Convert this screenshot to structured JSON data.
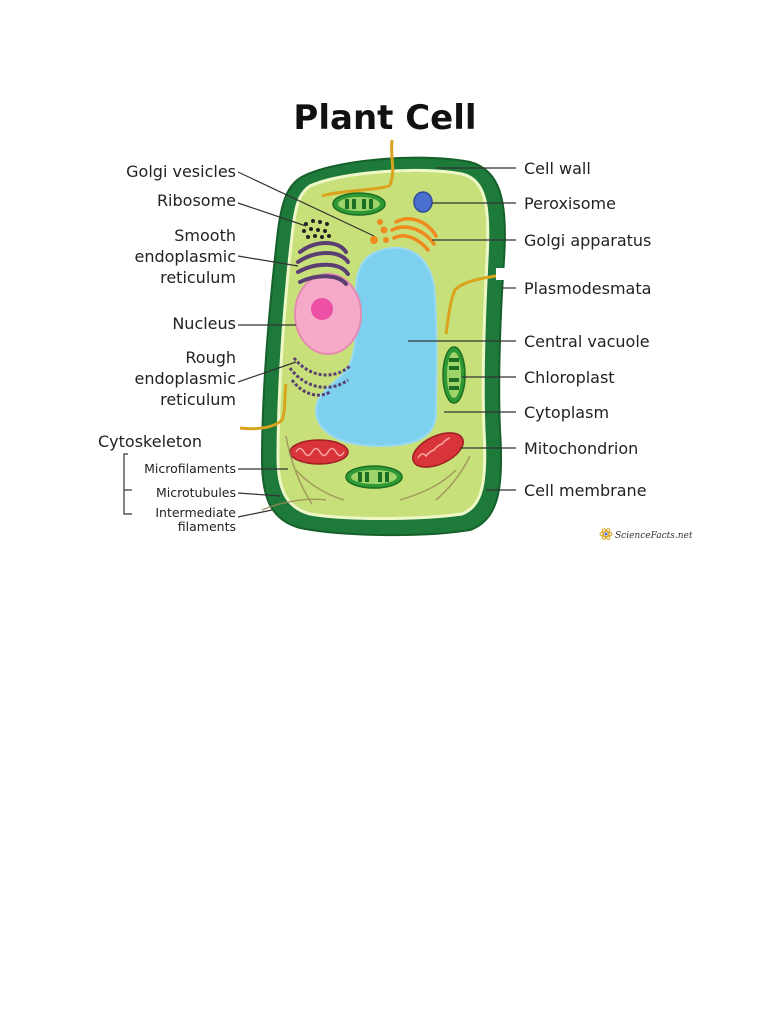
{
  "title": "Plant Cell",
  "labels_left": {
    "golgi_vesicles": "Golgi vesicles",
    "ribosome": "Ribosome",
    "ser_1": "Smooth",
    "ser_2": "endoplasmic",
    "ser_3": "reticulum",
    "nucleus": "Nucleus",
    "rer_1": "Rough",
    "rer_2": "endoplasmic",
    "rer_3": "reticulum",
    "cytoskeleton": "Cytoskeleton",
    "microfilaments": "Microfilaments",
    "microtubules": "Microtubules",
    "intermediate_1": "Intermediate",
    "intermediate_2": "filaments"
  },
  "labels_right": {
    "cell_wall": "Cell wall",
    "peroxisome": "Peroxisome",
    "golgi_apparatus": "Golgi apparatus",
    "plasmodesmata": "Plasmodesmata",
    "central_vacuole": "Central vacuole",
    "chloroplast": "Chloroplast",
    "cytoplasm": "Cytoplasm",
    "mitochondrion": "Mitochondrion",
    "cell_membrane": "Cell membrane"
  },
  "logo": "ScienceFacts.net",
  "colors": {
    "cell_wall": "#1e7a3a",
    "cytoplasm": "#c8e07a",
    "vacuole": "#7dd0ee",
    "nucleus": "#f6a9c8",
    "nucleolus": "#ec4fa3",
    "chloroplast": "#2f9a35",
    "mitochondrion": "#d9343a",
    "golgi": "#ee8a1e",
    "peroxisome": "#4a6fd1",
    "er": "#5b3f73",
    "plasmodesmata": "#d9a31e"
  }
}
